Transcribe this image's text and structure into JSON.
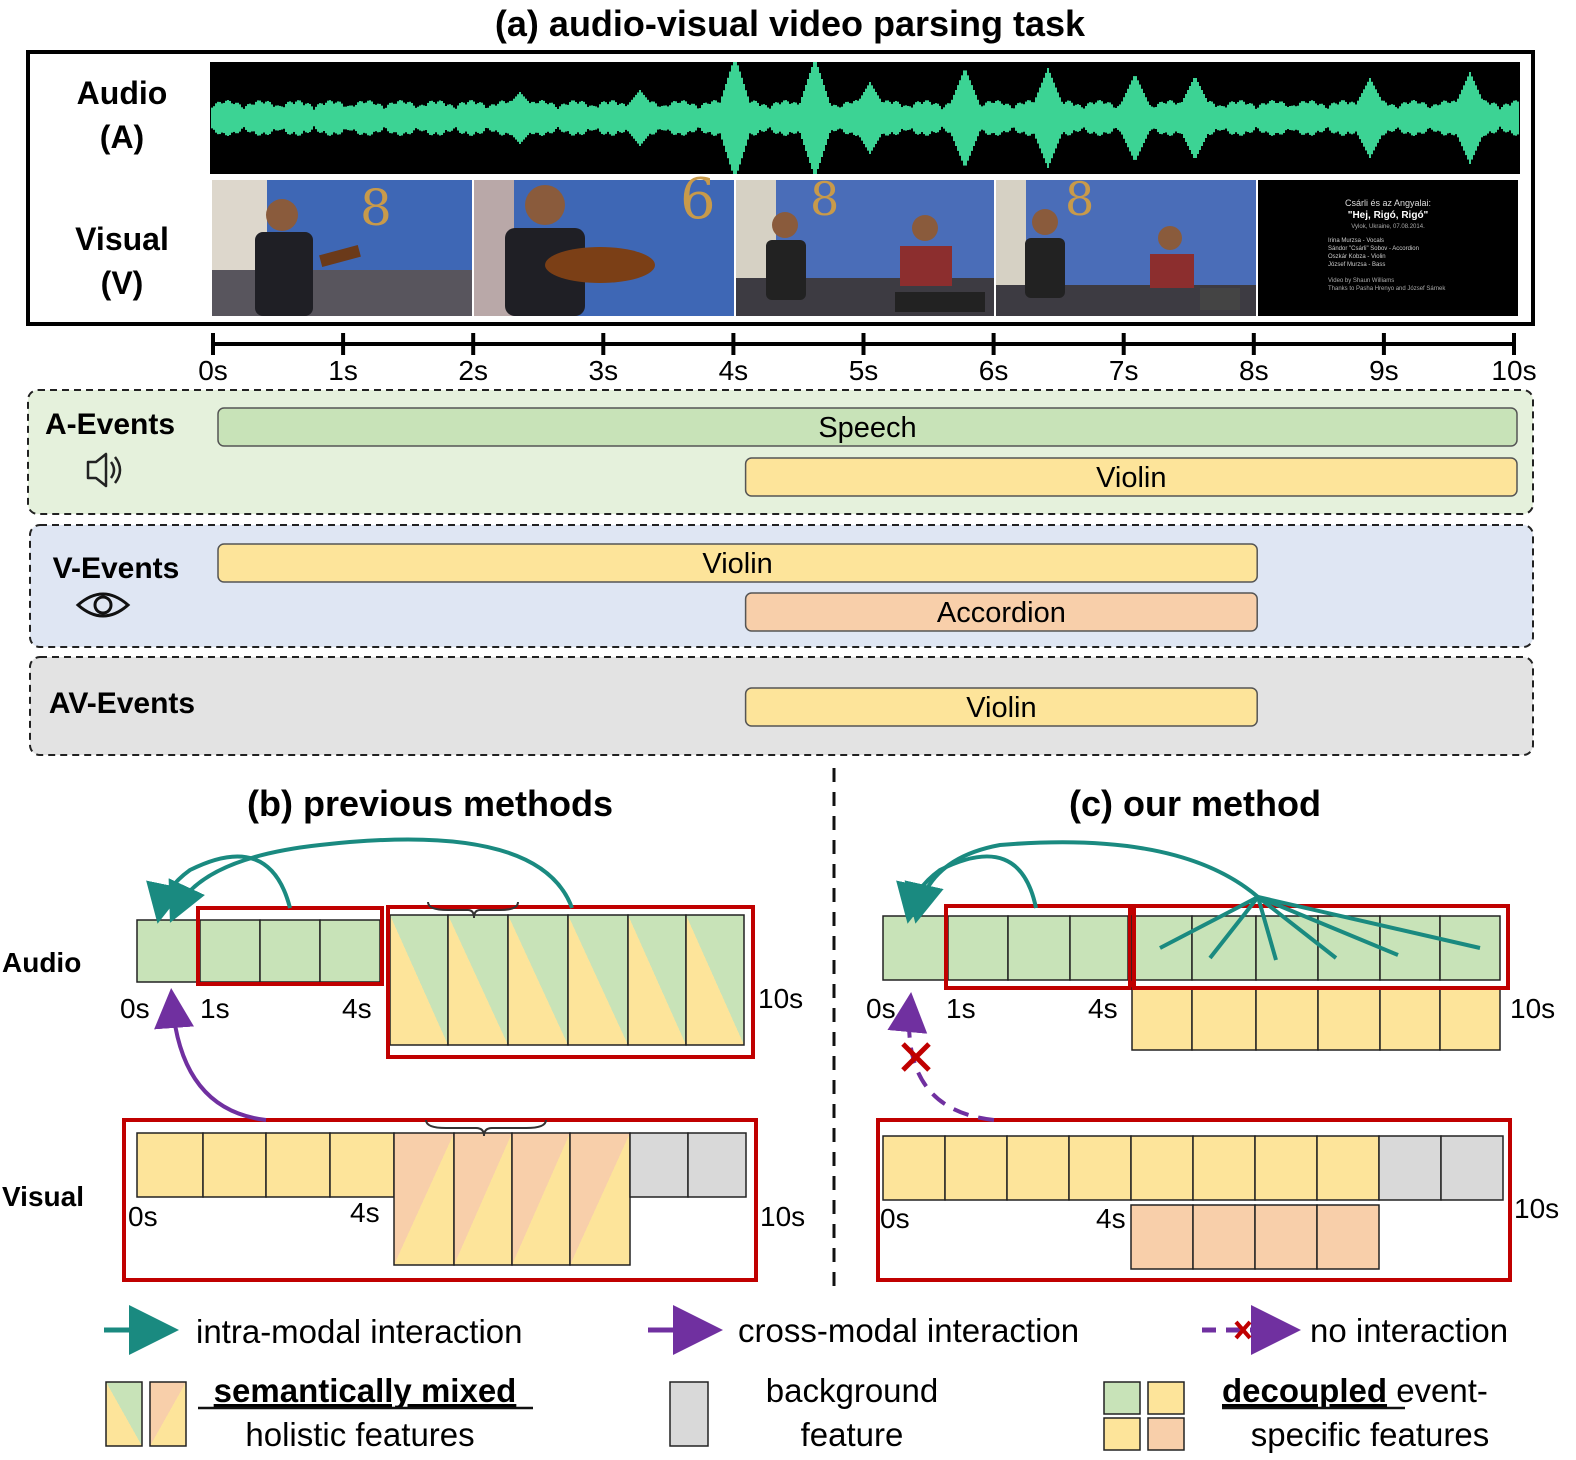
{
  "title_a": "(a) audio-visual video parsing task",
  "media_panel": {
    "audio_label_1": "Audio",
    "audio_label_2": "(A)",
    "visual_label_1": "Visual",
    "visual_label_2": "(V)",
    "credits": {
      "line1": "Csárli és az Angyalai:",
      "line2": "\"Hej, Rigó, Rigó\"",
      "line3": "Vylok, Ukraine, 07.08.2014.",
      "people": [
        "Irina Murzsa - Vocals",
        "Sándor \"Csárli\" Sobov - Accordion",
        "Oszkár Kobza - Violin",
        "József Murzsa - Bass"
      ],
      "footer1": "Video by Shaun Williams",
      "footer2": "Thanks to Pasha Hrenyo and József Sárnek"
    }
  },
  "timeline_ticks": [
    "0s",
    "1s",
    "2s",
    "3s",
    "4s",
    "5s",
    "6s",
    "7s",
    "8s",
    "9s",
    "10s"
  ],
  "a_events": {
    "label": "A-Events",
    "bars": [
      {
        "label": "Speech",
        "start": 0,
        "end": 10,
        "color": "#c8e3b8"
      },
      {
        "label": "Violin",
        "start": 4,
        "end": 10,
        "color": "#fde49a"
      }
    ]
  },
  "v_events": {
    "label": "V-Events",
    "bars": [
      {
        "label": "Violin",
        "start": 0,
        "end": 8,
        "color": "#fde49a"
      },
      {
        "label": "Accordion",
        "start": 4,
        "end": 8,
        "color": "#f8cfaa"
      }
    ]
  },
  "av_events": {
    "label": "AV-Events",
    "bars": [
      {
        "label": "Violin",
        "start": 4,
        "end": 8,
        "color": "#fde49a"
      }
    ]
  },
  "title_b": "(b) previous methods",
  "title_c": "(c) our method",
  "row_labels": {
    "audio": "Audio",
    "visual": "Visual"
  },
  "panel_b": {
    "audio_ticks": [
      "0s",
      "1s",
      "4s",
      "10s"
    ],
    "visual_ticks": [
      "0s",
      "4s",
      "10s"
    ]
  },
  "panel_c": {
    "audio_ticks": [
      "0s",
      "1s",
      "4s",
      "10s"
    ],
    "visual_ticks": [
      "0s",
      "4s",
      "10s"
    ]
  },
  "legend": {
    "intra": "intra-modal interaction",
    "cross": "cross-modal interaction",
    "none": "no interaction",
    "mixed_1": "semantically mixed",
    "mixed_2": "holistic features",
    "background_1": "background",
    "background_2": "feature",
    "decoupled_1": "decoupled",
    "decoupled_1b": " event-",
    "decoupled_2": "specific features"
  },
  "colors": {
    "green": "#c8e3b8",
    "yellow": "#fde49a",
    "peach": "#f8cfaa",
    "gray": "#d9d9d9",
    "red": "#c00000",
    "teal": "#1a8a80",
    "purple": "#7030a0",
    "waveform": "#3cd394"
  }
}
